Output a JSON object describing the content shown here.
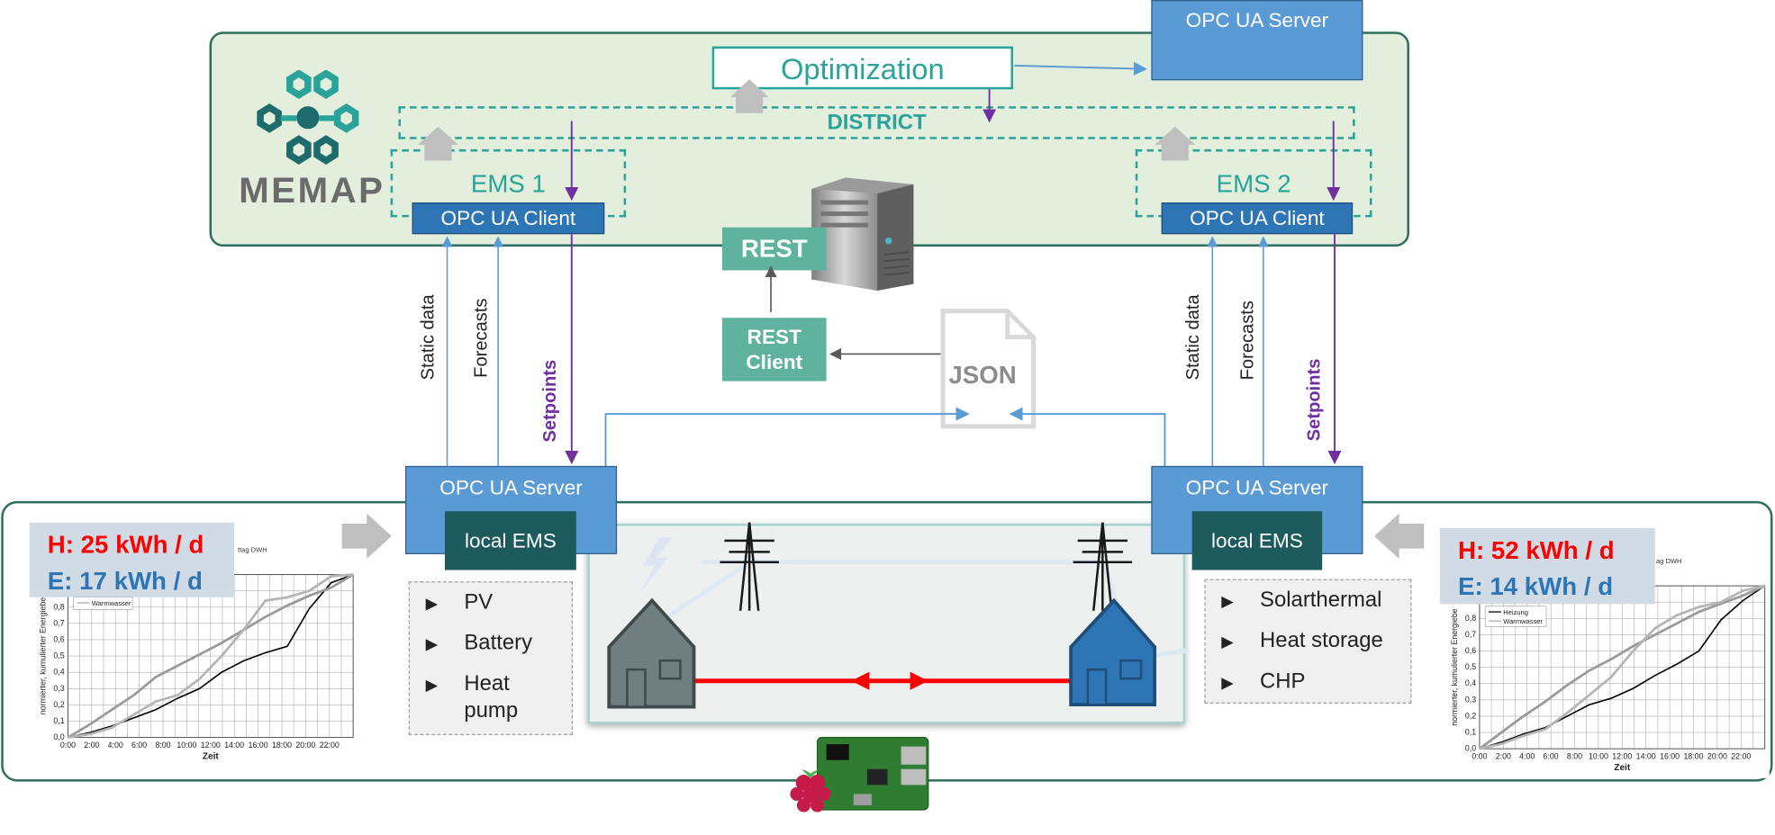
{
  "logo": {
    "text": "MEMAP"
  },
  "optimization": {
    "label": "Optimization"
  },
  "district": {
    "label": "DISTRICT"
  },
  "opc_server_top": {
    "label": "OPC UA Server"
  },
  "ems1": {
    "label": "EMS 1",
    "client_label": "OPC UA Client"
  },
  "ems2": {
    "label": "EMS 2",
    "client_label": "OPC UA Client"
  },
  "rest": {
    "label": "REST",
    "client_line1": "REST",
    "client_line2": "Client"
  },
  "json": {
    "label": "JSON"
  },
  "left_building": {
    "static_data": "Static data",
    "forecasts": "Forecasts",
    "setpoints": "Setpoints",
    "server_label": "OPC UA Server",
    "local_ems": "local EMS",
    "devices": [
      "PV",
      "Battery",
      "Heat",
      "pump"
    ],
    "energy_h": "H: 25 kWh / d",
    "energy_e": "E: 17 kWh / d",
    "chart_legend": "Warmwasser",
    "chart_title_frag": "ttag DWH",
    "chart_xlabel": "Zeit",
    "chart_ylabel": "normierter, kumulierter Energiebe"
  },
  "right_building": {
    "static_data": "Static data",
    "forecasts": "Forecasts",
    "setpoints": "Setpoints",
    "server_label": "OPC UA Server",
    "local_ems": "local EMS",
    "devices": [
      "Solarthermal",
      "Heat storage",
      "CHP"
    ],
    "energy_h": "H: 52 kWh / d",
    "energy_e": "E:  14 kWh / d",
    "chart_legend_1": "Heizung",
    "chart_legend_2": "Warmwasser",
    "chart_title_frag": "ag DWH",
    "chart_xlabel": "Zeit",
    "chart_ylabel": "normierter, kumulierter Energiebe"
  },
  "colors": {
    "panel_bg": "#e3efdc",
    "teal": "#2aa39a",
    "server_blue": "#5b9bd5",
    "client_blue": "#2e75b6",
    "local_ems": "#1d5a5c",
    "rest_green": "#5fb39e",
    "setpoint_purple": "#7030a0",
    "heat_red": "#ff0000",
    "electric_blue": "#2e75b6"
  },
  "chart_data": [
    {
      "type": "line",
      "xlabel": "Zeit",
      "ylabel": "normierter, kumulierter Energiebe",
      "x": [
        "0:00",
        "2:00",
        "4:00",
        "6:00",
        "8:00",
        "10:00",
        "12:00",
        "14:00",
        "16:00",
        "18:00",
        "20:00",
        "22:00"
      ],
      "ylim": [
        0,
        1
      ],
      "yticks": [
        "0,0",
        "0,1",
        "0,2",
        "0,3",
        "0,4",
        "0,5",
        "0,6",
        "0,7",
        "0,8"
      ],
      "series": [
        {
          "values": [
            0,
            0.03,
            0.07,
            0.12,
            0.17,
            0.24,
            0.3,
            0.4,
            0.47,
            0.52,
            0.56,
            0.79,
            0.95,
            1.0
          ]
        },
        {
          "values": [
            0,
            0.08,
            0.17,
            0.26,
            0.37,
            0.44,
            0.51,
            0.58,
            0.66,
            0.74,
            0.81,
            0.87,
            0.92,
            1.0
          ]
        },
        {
          "name": "Warmwasser",
          "values": [
            0,
            0.02,
            0.06,
            0.14,
            0.22,
            0.26,
            0.36,
            0.5,
            0.66,
            0.84,
            0.86,
            0.9,
            0.99,
            1.0
          ]
        }
      ]
    },
    {
      "type": "line",
      "xlabel": "Zeit",
      "ylabel": "normierter, kumulierter Energiebe",
      "x": [
        "0:00",
        "2:00",
        "4:00",
        "6:00",
        "8:00",
        "10:00",
        "12:00",
        "14:00",
        "16:00",
        "18:00",
        "20:00",
        "22:00"
      ],
      "ylim": [
        0,
        1
      ],
      "yticks": [
        "0,0",
        "0,1",
        "0,2",
        "0,3",
        "0,4",
        "0,5",
        "0,6",
        "0,7",
        "0,8"
      ],
      "series": [
        {
          "name": "Heizung",
          "values": [
            0,
            0.04,
            0.09,
            0.13,
            0.2,
            0.27,
            0.31,
            0.37,
            0.45,
            0.52,
            0.6,
            0.79,
            0.91,
            1.0
          ]
        },
        {
          "values": [
            0,
            0.1,
            0.2,
            0.29,
            0.39,
            0.48,
            0.55,
            0.63,
            0.7,
            0.77,
            0.84,
            0.89,
            0.94,
            1.0
          ]
        },
        {
          "name": "Warmwasser",
          "values": [
            0,
            0.03,
            0.08,
            0.12,
            0.22,
            0.33,
            0.44,
            0.6,
            0.74,
            0.82,
            0.87,
            0.9,
            0.97,
            1.0
          ]
        }
      ]
    }
  ]
}
